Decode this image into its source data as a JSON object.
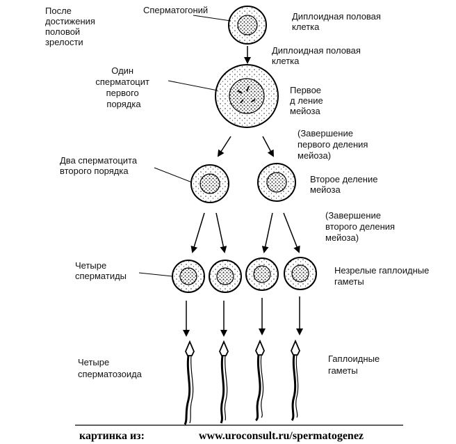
{
  "labels": {
    "after_puberty": [
      "После",
      "достижения",
      "половой",
      "зрелости"
    ],
    "spermatogonium": "Сперматогоний",
    "diploid_1": [
      "Диплоидная половая",
      "клетка"
    ],
    "diploid_2": [
      "Диплоидная половая",
      "клетка"
    ],
    "primary_spermatocyte": [
      "Один",
      "сперматоцит",
      "первого",
      "порядка"
    ],
    "first_division": [
      "Первое",
      "д ление",
      "мейоза"
    ],
    "completion_first": [
      "(Завершение",
      "первого деления",
      "мейоза)"
    ],
    "two_secondary": [
      "Два сперматоцита",
      "второго порядка"
    ],
    "second_division": [
      "Второе деление",
      "мейоза"
    ],
    "completion_second": [
      "(Завершение",
      "второго деления",
      "мейоза)"
    ],
    "four_spermatids": [
      "Четыре",
      "сперматиды"
    ],
    "immature_haploid": [
      "Незрелые гаплоидные",
      "гаметы"
    ],
    "four_spermatozoa": [
      "Четыре",
      "сперматозоида"
    ],
    "haploid_gametes": [
      "Гаплоидные",
      "гаметы"
    ]
  },
  "caption": {
    "prefix": "картинка из:",
    "url": "www.uroconsult.ru/spermatogenez"
  }
}
